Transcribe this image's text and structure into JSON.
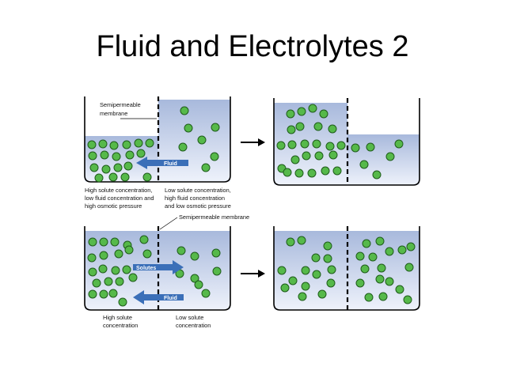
{
  "title": "Fluid and Electrolytes 2",
  "top": {
    "membrane_label": [
      "Semipermeable",
      "membrane"
    ],
    "fluid_arrow": "Fluid",
    "left_caption": [
      "High solute concentration,",
      "low fluid concentration and",
      "high osmotic pressure"
    ],
    "right_caption": [
      "Low solute concentration,",
      "high fluid concentration",
      "and low osmotic pressure"
    ]
  },
  "bottom": {
    "membrane_label": "Semipermeable membrane",
    "solutes_arrow": "Solutes",
    "fluid_arrow": "Fluid",
    "left_caption": [
      "High solute",
      "concentration"
    ],
    "right_caption": [
      "Low solute",
      "concentration"
    ]
  },
  "colors": {
    "water_top": "#a8b9dc",
    "water_bottom": "#eef2fb",
    "particle": "#56b94a",
    "particle_stroke": "#1f5c1b",
    "arrow": "#3b6fb8"
  }
}
